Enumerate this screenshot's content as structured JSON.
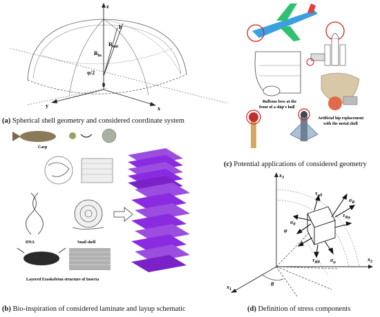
{
  "panels": {
    "a": {
      "letter": "(a)",
      "caption": " Spherical shell geometry and considered coordinate system",
      "labels": {
        "z": "z",
        "x": "x",
        "y": "y",
        "h": "h",
        "r_out": "R",
        "r_out_sub": "out",
        "r_in": "R",
        "r_in_sub": "in",
        "phi": "φ/2",
        "theta": "θ"
      }
    },
    "b": {
      "letter": "(b)",
      "caption": " Bio-inspiration of considered laminate and layup schematic",
      "labels": {
        "carp": "Carp",
        "dna": "DNA",
        "snail": "Snail shell",
        "exo": "Layered Exoskeleton structure of Insecta"
      }
    },
    "c": {
      "letter": "(c)",
      "caption": " Potential applications of considered geometry",
      "labels": {
        "bulbous1": "Bulbous bow at the",
        "bulbous2": "front of a ship's hull",
        "hip1": "Artificial hip replacement",
        "hip2": "with the metal shell"
      }
    },
    "d": {
      "letter": "(d)",
      "caption": " Definition of stress components",
      "labels": {
        "x1": "x",
        "x1_sub": "1",
        "x2": "x",
        "x2_sub": "2",
        "x3": "x",
        "x3_sub": "3",
        "theta": "θ",
        "phi": "φ",
        "s_rr": "σ",
        "s_rr_sub": "R",
        "s_theta": "σ",
        "s_theta_sub": "θ",
        "s_phi": "σ",
        "s_phi_sub": "φ",
        "t_rphi": "τ",
        "t_rphi_sub": "Rφ",
        "t_theta_phi": "τ",
        "t_theta_phi_sub": "φθ",
        "t_rtheta": "τ",
        "t_rtheta_sub": "Rθ",
        "s_phi_right": "σ",
        "s_phi_right_sub": "φ"
      }
    }
  },
  "colors": {
    "purple": "#8a2be2",
    "purple_dark": "#5a1a9a",
    "red": "#d62020"
  }
}
